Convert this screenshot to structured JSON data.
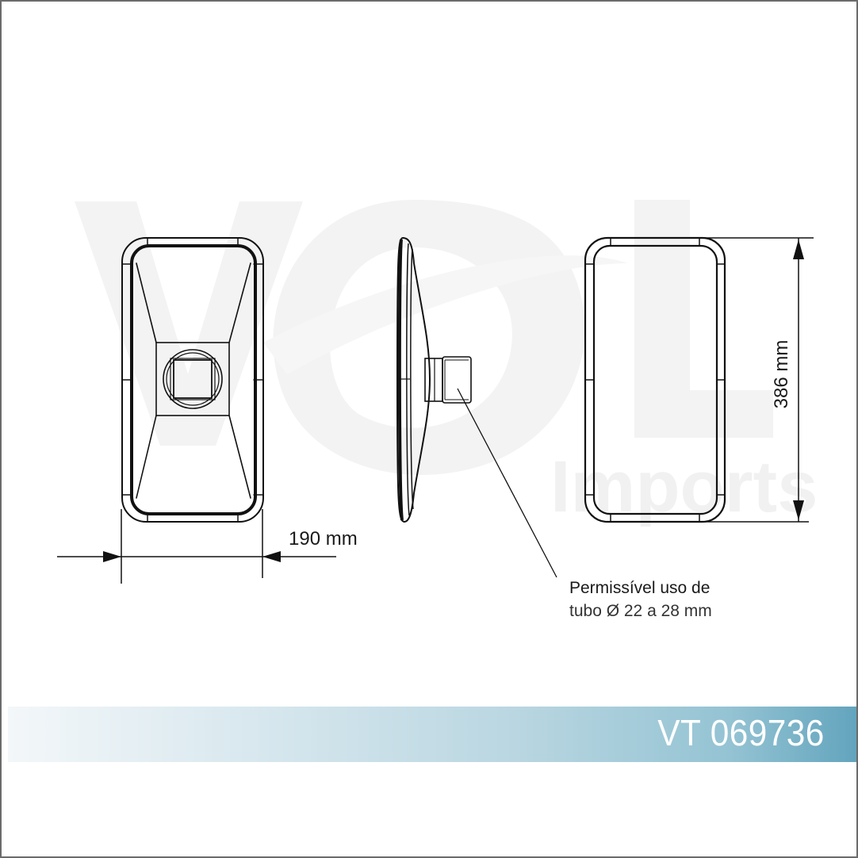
{
  "watermark": {
    "brand": "VOL",
    "sub": "Imports"
  },
  "dimensions": {
    "width": "190 mm",
    "height": "386 mm"
  },
  "note": {
    "line1": "Permissível uso de",
    "line2": "tubo Ø 22 a 28 mm"
  },
  "banner": {
    "part_code": "VT 069736",
    "gradient_start": "#f3f7f9",
    "gradient_end": "#62a4bd"
  },
  "views": [
    "back-view",
    "side-view",
    "front-view"
  ]
}
